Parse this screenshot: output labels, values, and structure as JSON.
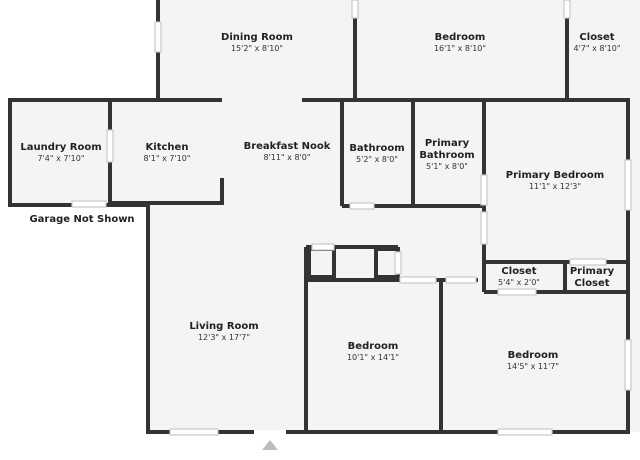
{
  "rooms": {
    "dining": {
      "name": "Dining Room",
      "dim": "15'2\" x 8'10\""
    },
    "bedroom_top": {
      "name": "Bedroom",
      "dim": "16'1\" x 8'10\""
    },
    "closet_top": {
      "name": "Closet",
      "dim": "4'7\" x 8'10\""
    },
    "laundry": {
      "name": "Laundry Room",
      "dim": "7'4\" x 7'10\""
    },
    "kitchen": {
      "name": "Kitchen",
      "dim": "8'1\" x 7'10\""
    },
    "breakfast": {
      "name": "Breakfast Nook",
      "dim": "8'11\" x 8'0\""
    },
    "bathroom": {
      "name": "Bathroom",
      "dim": "5'2\" x 8'0\""
    },
    "primary_bath": {
      "name_line1": "Primary",
      "name_line2": "Bathroom",
      "dim": "5'1\" x 8'0\""
    },
    "primary_bed": {
      "name": "Primary Bedroom",
      "dim": "11'1\" x 12'3\""
    },
    "closet_mid": {
      "name": "Closet",
      "dim": "5'4\" x 2'0\""
    },
    "primary_closet": {
      "name_line1": "Primary",
      "name_line2": "Closet"
    },
    "living": {
      "name": "Living Room",
      "dim": "12'3\" x 17'7\""
    },
    "bedroom_mid": {
      "name": "Bedroom",
      "dim": "10'1\" x 14'1\""
    },
    "bedroom_right": {
      "name": "Bedroom",
      "dim": "14'5\" x 11'7\""
    }
  },
  "notes": {
    "garage": "Garage Not Shown"
  }
}
